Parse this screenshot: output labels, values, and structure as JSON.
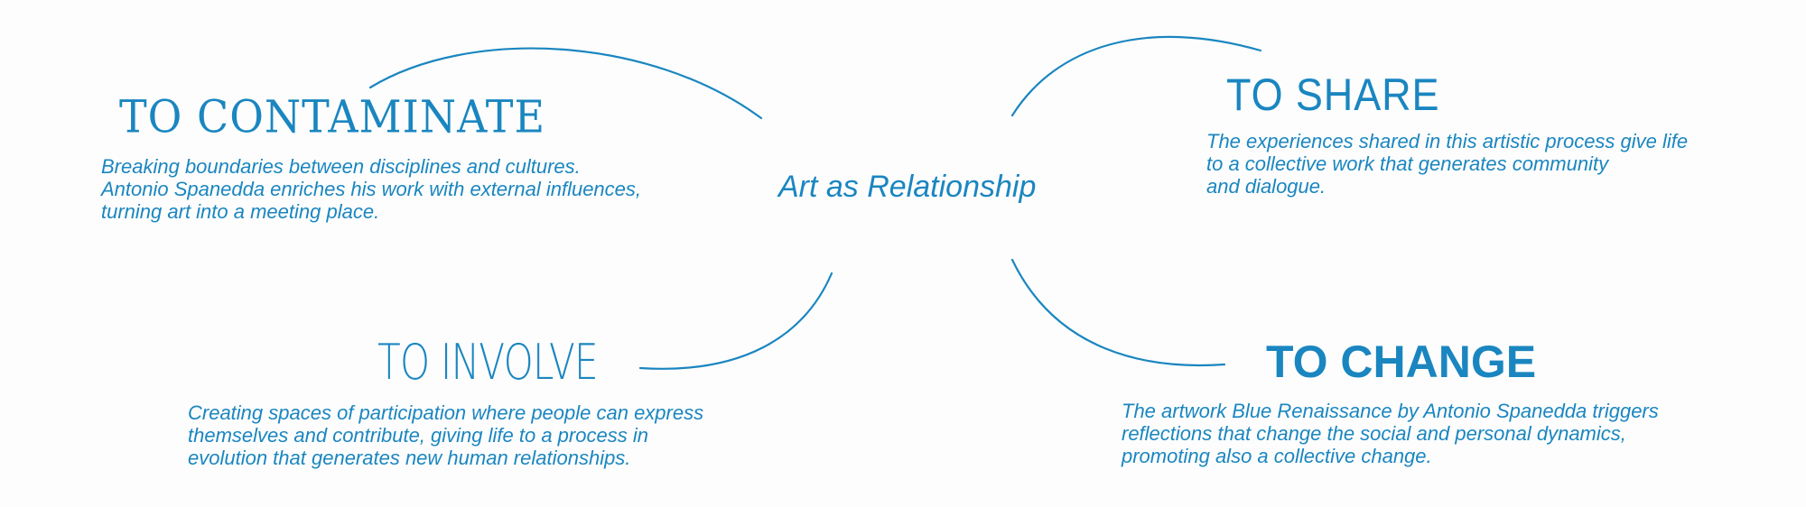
{
  "center": {
    "title": "Art as Relationship"
  },
  "nodes": {
    "contaminate": {
      "heading": "TO CONTAMINATE",
      "description": "Breaking boundaries between disciplines and cultures.\nAntonio Spanedda enriches his work with external influences,\nturning art into a meeting place."
    },
    "share": {
      "heading": "TO SHARE",
      "description": "The experiences shared in this artistic process give life\nto a collective work that generates community\nand dialogue."
    },
    "involve": {
      "heading": "TO INVOLVE",
      "description": "Creating spaces of participation where people can express\nthemselves and contribute, giving life to a process in\nevolution that generates new human relationships."
    },
    "change": {
      "heading": "TO CHANGE",
      "description": "The artwork Blue Renaissance by Antonio Spanedda triggers\nreflections that change the social and personal dynamics,\npromoting also a collective change."
    }
  },
  "colors": {
    "accent": "#1a86c0",
    "background": "#fdfdfd"
  }
}
